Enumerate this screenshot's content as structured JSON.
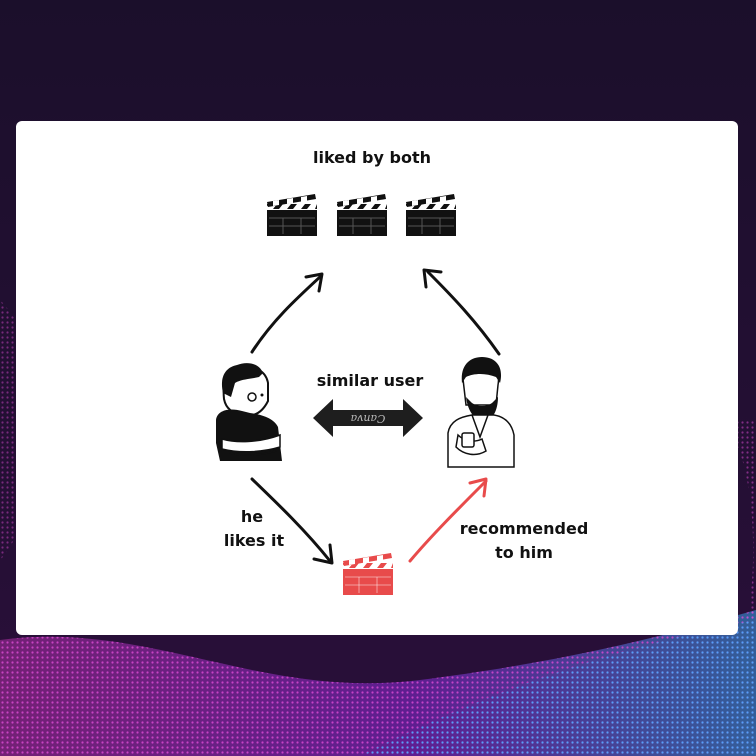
{
  "labels": {
    "top": "liked by both",
    "similar": "similar user",
    "he_likes_line1": "he",
    "he_likes_line2": "likes it",
    "recommended_line1": "recommended",
    "recommended_line2": "to him",
    "watermark": "Canva"
  },
  "icons": {
    "liked_movies": [
      "clapperboard-icon",
      "clapperboard-icon",
      "clapperboard-icon"
    ],
    "recommended_movie": "clapperboard-icon",
    "user_left": "person-arms-crossed-icon",
    "user_right": "person-bearded-icon"
  },
  "colors": {
    "card": "#ffffff",
    "ink": "#111111",
    "accent": "#e84b4b",
    "background": "#1a0c2a"
  }
}
